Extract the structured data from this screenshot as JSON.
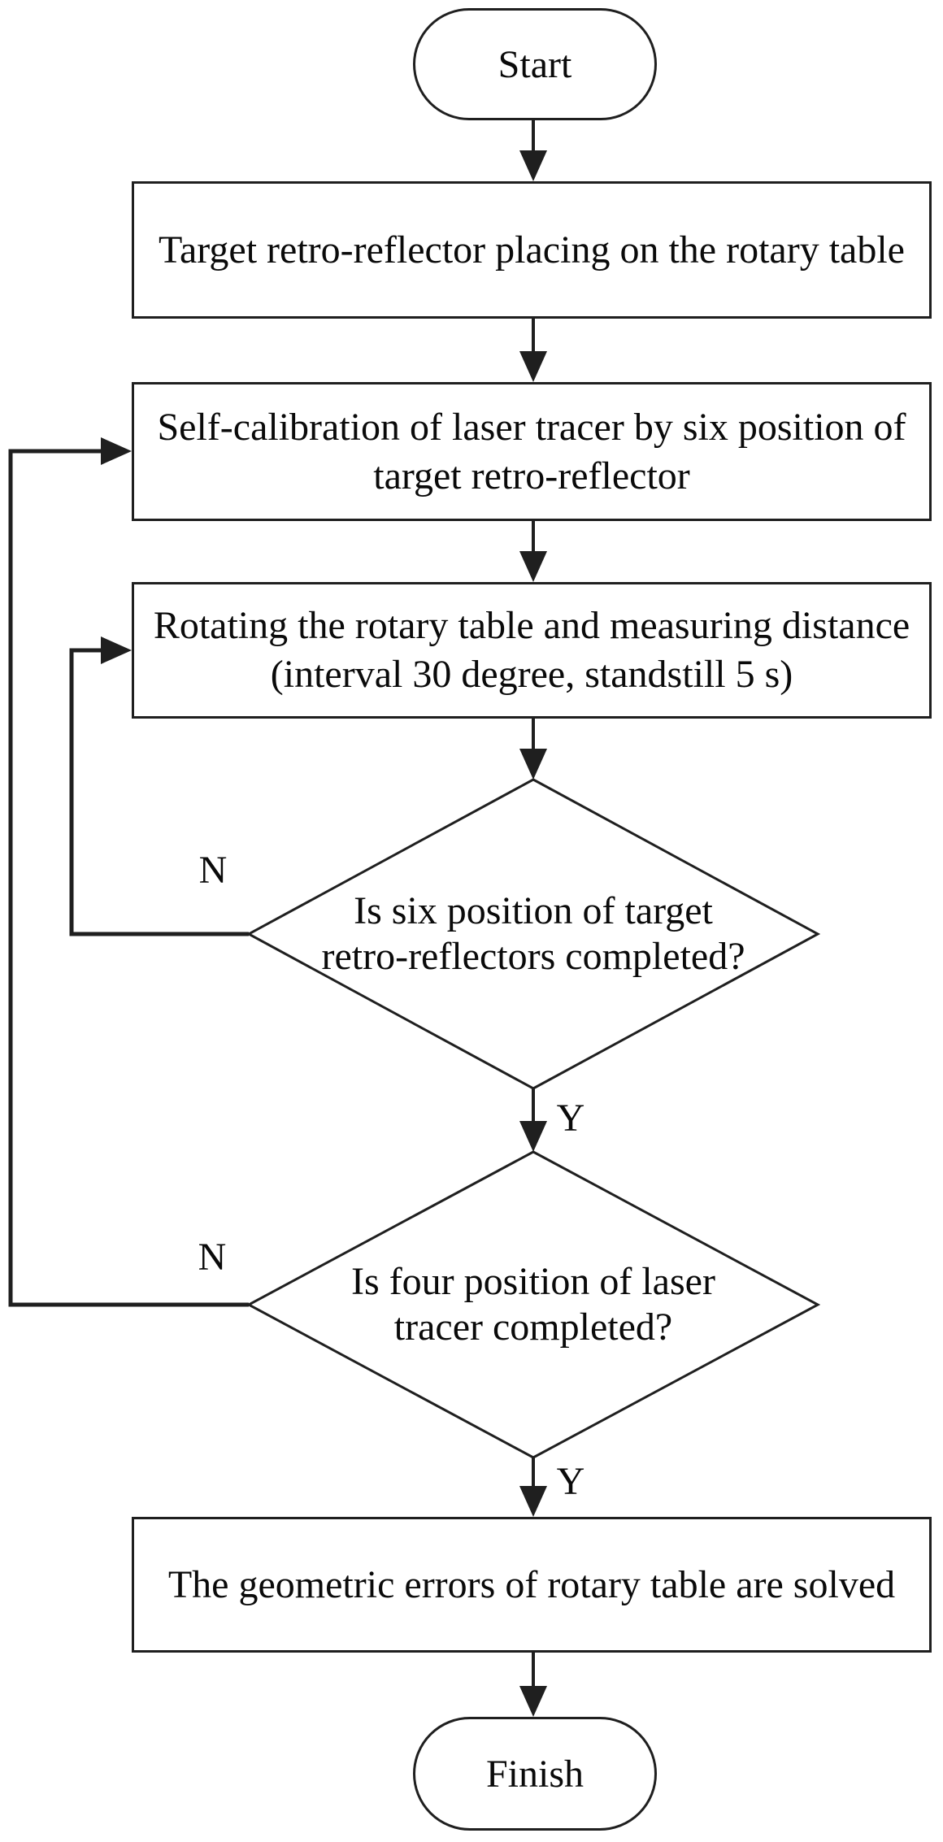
{
  "flowchart": {
    "colors": {
      "background": "#ffffff",
      "stroke": "#1f1f1f",
      "text": "#0a0a0a"
    },
    "nodes": {
      "start": {
        "shape": "terminator",
        "label": "Start",
        "lines": [
          "Start"
        ]
      },
      "place_reflector": {
        "shape": "process",
        "label": "Target retro-reflector placing on the rotary table",
        "lines": [
          "Target retro-reflector placing on the rotary table"
        ]
      },
      "self_calibration": {
        "shape": "process",
        "label": "Self-calibration of laser tracer by six position of target retro-reflector",
        "lines": [
          "Self-calibration of laser tracer by six position of",
          "target retro-reflector"
        ]
      },
      "rotate_measure": {
        "shape": "process",
        "label": "Rotating the rotary table and measuring distance (interval 30 degree, standstill 5 s)",
        "lines": [
          "Rotating the rotary table and measuring distance",
          "(interval 30 degree, standstill 5 s)"
        ]
      },
      "six_position_check": {
        "shape": "decision",
        "label": "Is six position of target retro-reflectors completed?",
        "lines": [
          "Is six position of target",
          "retro-reflectors completed?"
        ]
      },
      "four_position_check": {
        "shape": "decision",
        "label": "Is four position of laser tracer completed?",
        "lines": [
          "Is four position of laser",
          "tracer completed?"
        ]
      },
      "errors_solved": {
        "shape": "process",
        "label": "The geometric errors of rotary table are solved",
        "lines": [
          "The geometric errors of rotary table are solved"
        ]
      },
      "finish": {
        "shape": "terminator",
        "label": "Finish",
        "lines": [
          "Finish"
        ]
      }
    },
    "branch_labels": {
      "six_no": "N",
      "six_yes": "Y",
      "four_no": "N",
      "four_yes": "Y"
    },
    "edges": [
      {
        "from": "start",
        "to": "place_reflector",
        "label": ""
      },
      {
        "from": "place_reflector",
        "to": "self_calibration",
        "label": ""
      },
      {
        "from": "self_calibration",
        "to": "rotate_measure",
        "label": ""
      },
      {
        "from": "rotate_measure",
        "to": "six_position_check",
        "label": ""
      },
      {
        "from": "six_position_check",
        "to": "four_position_check",
        "label": "Y"
      },
      {
        "from": "six_position_check",
        "to": "rotate_measure",
        "label": "N"
      },
      {
        "from": "four_position_check",
        "to": "errors_solved",
        "label": "Y"
      },
      {
        "from": "four_position_check",
        "to": "self_calibration",
        "label": "N"
      },
      {
        "from": "errors_solved",
        "to": "finish",
        "label": ""
      }
    ]
  }
}
